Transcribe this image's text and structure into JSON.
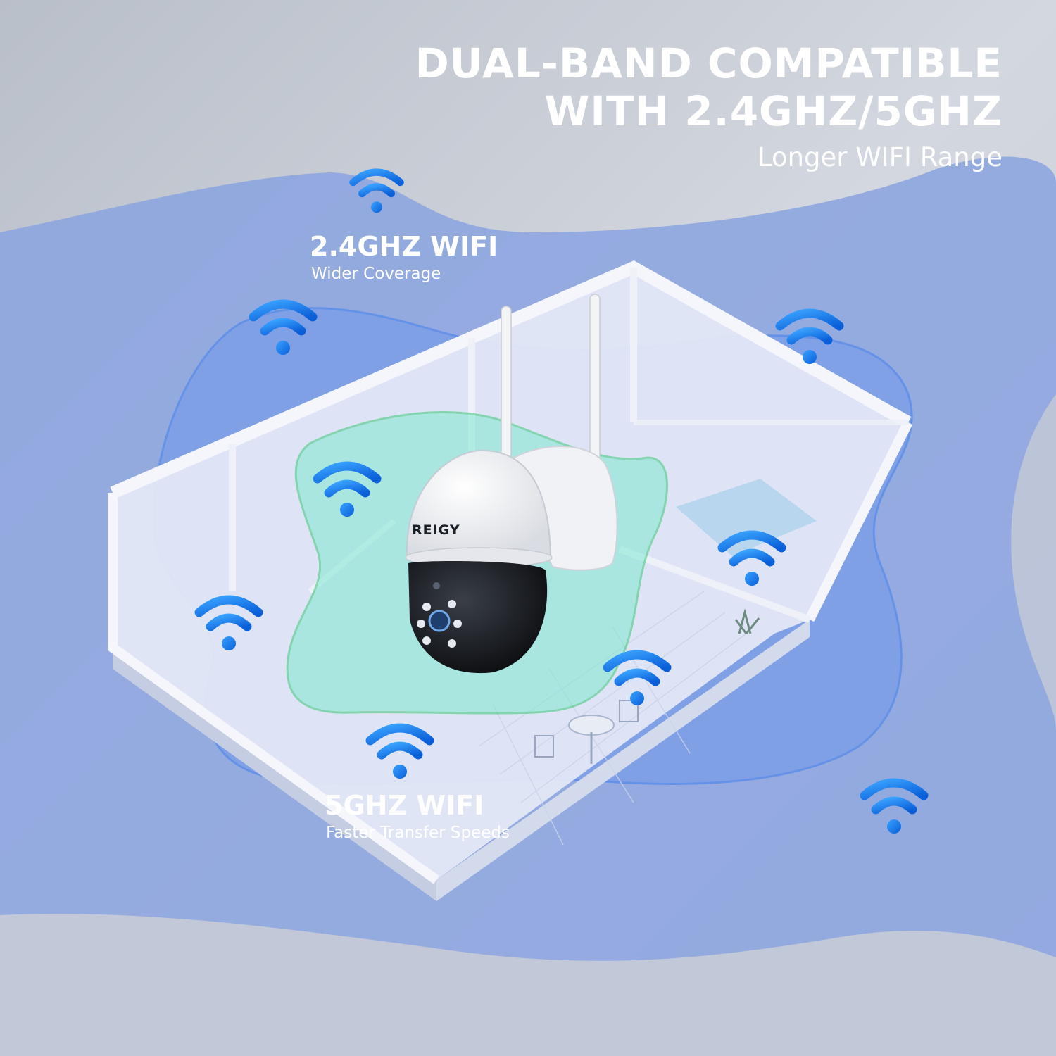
{
  "header": {
    "headline_line1": "DUAL-BAND COMPATIBLE",
    "headline_line2": "WITH 2.4GHZ/5GHZ",
    "subheadline": "Longer WIFI Range"
  },
  "band_24": {
    "title": "2.4GHZ WIFI",
    "subtitle": "Wider Coverage"
  },
  "band_5": {
    "title": "5GHZ WIFI",
    "subtitle": "Faster Transfer Speeds"
  },
  "camera": {
    "brand": "REIGY"
  },
  "icons": [
    "wifi-icon"
  ],
  "colors": {
    "background": "#c9ced8",
    "coverage_24": "#7f9be6",
    "coverage_5": "#6f9ff0",
    "coverage_camera": "#7fe6d2",
    "wifi_icon": "#1e7ff0",
    "text": "#ffffff"
  }
}
